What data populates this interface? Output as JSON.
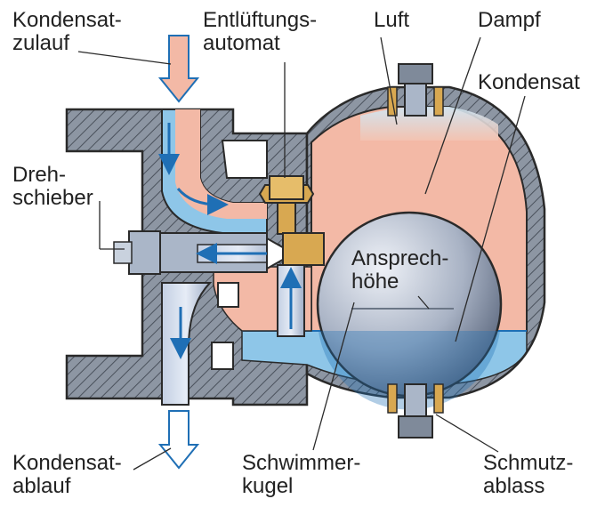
{
  "labels": {
    "kondensatzulauf": [
      "Kondensat-",
      "zulauf"
    ],
    "entlueftungsautomat": [
      "Entlüftungs-",
      "automat"
    ],
    "luft": "Luft",
    "dampf": "Dampf",
    "kondensat": "Kondensat",
    "drehschieber": [
      "Dreh-",
      "schieber"
    ],
    "ansprechhoehe": [
      "Ansprech-",
      "höhe"
    ],
    "kondensatablauf": [
      "Kondensat-",
      "ablauf"
    ],
    "schwimmerkugel": [
      "Schwimmer-",
      "kugel"
    ],
    "schmutzablass": [
      "Schmutz-",
      "ablass"
    ]
  },
  "colors": {
    "body": "#8d96a3",
    "steam": "#f3b9a6",
    "water": "#8ec6e8",
    "water_dark": "#1f6fb5",
    "air": "#d8ecf7",
    "brass": "#d8a851",
    "outline": "#2a2a2a"
  }
}
